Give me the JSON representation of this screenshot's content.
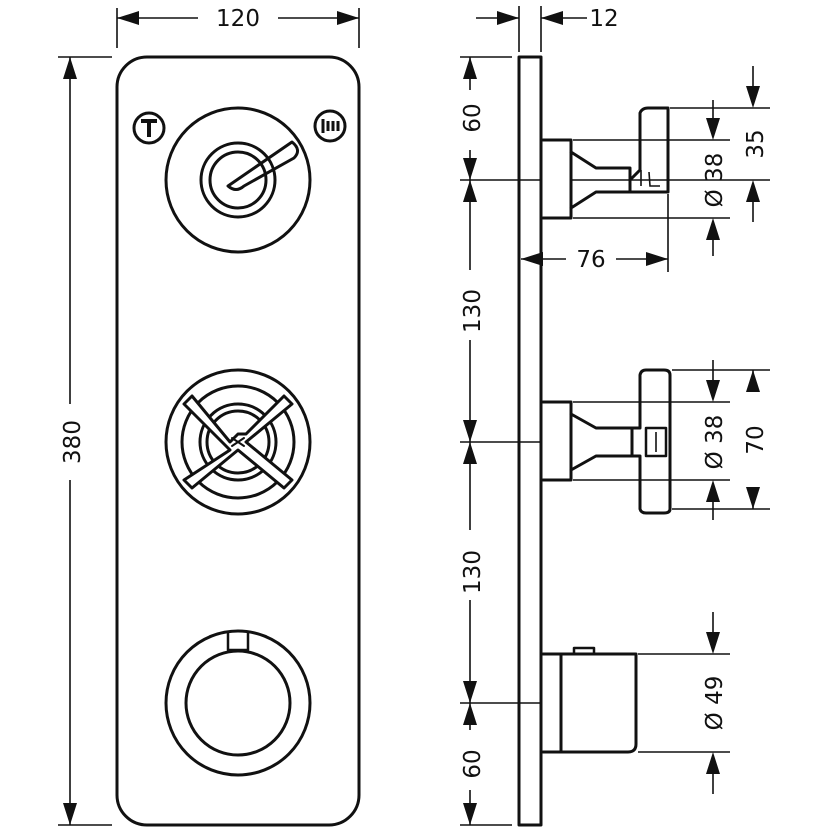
{
  "dimensions": {
    "front_width": "120",
    "front_height": "380",
    "side_plate_thickness": "12",
    "top_margin": "60",
    "spacing_upper": "130",
    "spacing_lower": "130",
    "bottom_margin": "60",
    "handle1_projection": "76",
    "handle1_diameter": "Ø 38",
    "handle1_lever": "35",
    "handle2_diameter": "Ø 38",
    "handle2_cross": "70",
    "handle3_diameter": "Ø 49"
  },
  "icons": [
    "tub-spout-icon",
    "shower-head-icon"
  ],
  "colors": {
    "line": "#111111",
    "background": "#ffffff"
  }
}
